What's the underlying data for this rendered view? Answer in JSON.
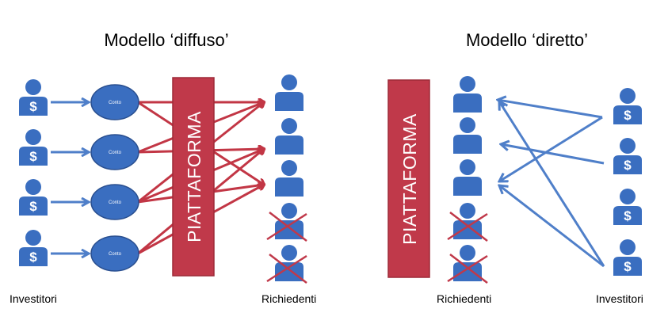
{
  "colors": {
    "blue": "#3a6ec0",
    "red": "#c0394a",
    "red_line": "#c23645",
    "arrow_blue": "#4f7fc9"
  },
  "diffuso": {
    "title": "Modello ‘diffuso’",
    "platform": "PIATTAFORMA",
    "account_label": "Conto",
    "investors_label": "Investitori",
    "requesters_label": "Richiedenti",
    "investor_count": 4,
    "requester_count": 5,
    "rejected_requesters": 2
  },
  "diretto": {
    "title": "Modello ‘diretto’",
    "platform": "PIATTAFORMA",
    "investors_label": "Investitori",
    "requesters_label": "Richiedenti",
    "investor_count": 4,
    "requester_count": 5,
    "rejected_requesters": 2
  },
  "icons": {
    "investor": "person-dollar-icon",
    "requester": "person-icon",
    "rejected": "cross-icon"
  }
}
